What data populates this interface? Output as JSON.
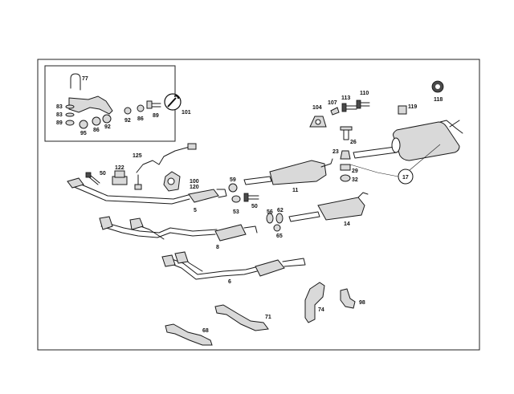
{
  "labels": {
    "l77": "77",
    "l83a": "83",
    "l83b": "83",
    "l89a": "89",
    "l95": "95",
    "l86a": "86",
    "l92a": "92",
    "l92b": "92",
    "l86b": "86",
    "l89b": "89",
    "l101": "101",
    "l104": "104",
    "l107": "107",
    "l113": "113",
    "l110": "110",
    "l118": "118",
    "l119": "119",
    "l26": "26",
    "l23": "23",
    "l29": "29",
    "l32": "32",
    "l17": "17",
    "l125": "125",
    "l50a": "50",
    "l122": "122",
    "l100": "100",
    "l120": "120",
    "l59": "59",
    "l11": "11",
    "l53": "53",
    "l50b": "50",
    "l5": "5",
    "l56": "56",
    "l62": "62",
    "l65": "65",
    "l14": "14",
    "l8": "8",
    "l6": "6",
    "l74": "74",
    "l98": "98",
    "l71": "71",
    "l68": "68"
  }
}
